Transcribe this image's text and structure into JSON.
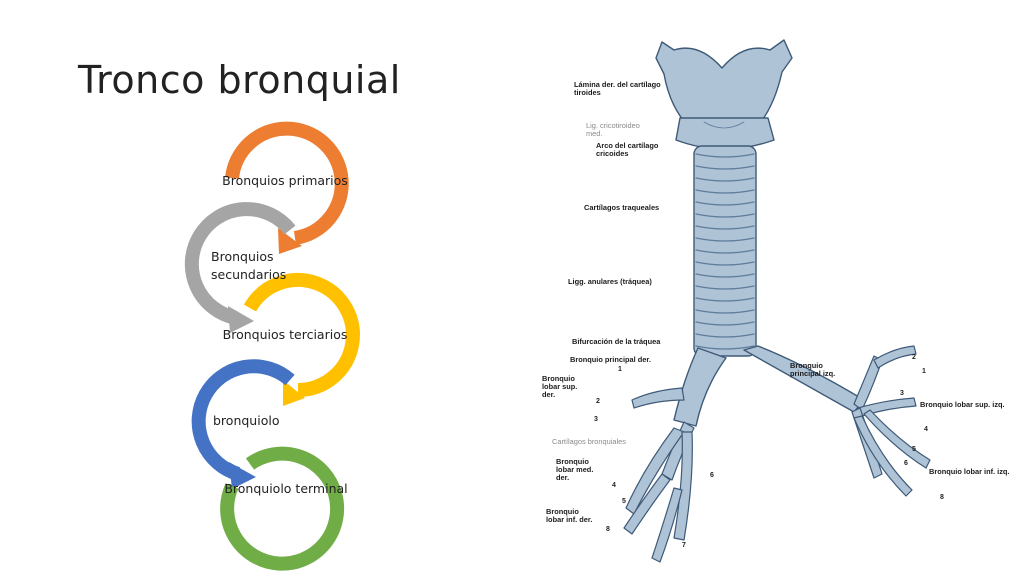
{
  "slide": {
    "title": "Tronco bronquial"
  },
  "cycle_steps": [
    {
      "label": "Bronquios primarios",
      "color": "#ED7D31"
    },
    {
      "label": "Bronquios secundarios",
      "color": "#A5A5A5"
    },
    {
      "label": "Bronquios terciarios",
      "color": "#FFC000"
    },
    {
      "label": "bronquiolo",
      "color": "#4472C4"
    },
    {
      "label": "Bronquiolo terminal",
      "color": "#70AD47"
    }
  ],
  "anatomy": {
    "labels": [
      "Lámina der. del cartílago tiroides",
      "Lig. cricotiroideo med.",
      "Arco del cartílago cricoides",
      "Cartílagos traqueales",
      "Ligg. anulares (tráquea)",
      "Bifurcación de la tráquea",
      "Bronquio principal der.",
      "Bronquio lobar sup. der.",
      "Cartílagos bronquiales",
      "Bronquio lobar med. der.",
      "Bronquio lobar inf. der.",
      "Bronquio principal izq.",
      "Bronquio lobar sup. izq.",
      "Bronquio lobar inf. izq."
    ],
    "numbers": [
      "1",
      "2",
      "3",
      "4",
      "5",
      "6",
      "7",
      "8",
      "1",
      "2",
      "3",
      "4",
      "5",
      "6",
      "8"
    ],
    "colors": {
      "cartilage": "#AFC3D6",
      "cartilage_dark": "#5F7D9C",
      "outline": "#3E5A78"
    }
  }
}
